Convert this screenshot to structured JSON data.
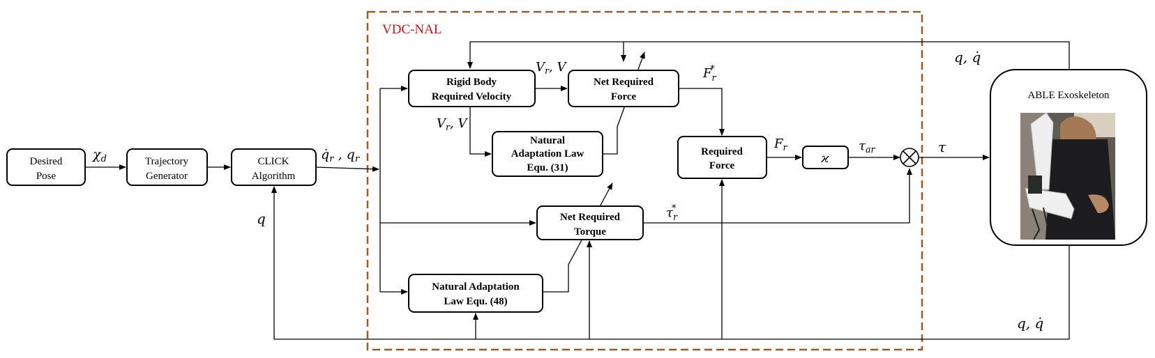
{
  "title": "VDC-NAL",
  "colors": {
    "frame": "#9c5a22",
    "title": "#c0141e"
  },
  "blocks": {
    "desired_pose": [
      "Desired",
      "Pose"
    ],
    "trajectory_generator": [
      "Trajectory",
      "Generator"
    ],
    "click": [
      "CLICK",
      "Algorithm"
    ],
    "rigid_body": [
      "Rigid Body",
      "Required Velocity"
    ],
    "net_force": [
      "Net Required",
      "Force"
    ],
    "nal31": [
      "Natural",
      "Adaptation Law",
      "Equ. (31)"
    ],
    "required_force": [
      "Required",
      "Force"
    ],
    "net_torque": [
      "Net Required",
      "Torque"
    ],
    "nal48": [
      "Natural Adaptation",
      "Law Equ. (48)"
    ],
    "kappa": "ϰ",
    "exoskeleton": "ABLE Exoskeleton"
  },
  "signals": {
    "chi_d": {
      "base": "χ",
      "sub": "d"
    },
    "qdot_r_q_r": {
      "a": "q̇",
      "a_sub": "r",
      "sep": " , ",
      "b": "q",
      "b_sub": "r"
    },
    "q_feedback": "q",
    "V_r_V_top": {
      "base": "V",
      "sub": "r",
      "rest": ", V"
    },
    "V_r_V_left": {
      "base": "V",
      "sub": "r",
      "rest": ", V"
    },
    "F_r_star": {
      "base": "F",
      "sub": "r",
      "sup": "*"
    },
    "F_r": {
      "base": "F",
      "sub": "r"
    },
    "tau_ar": {
      "base": "τ",
      "sub": "ar"
    },
    "tau": "τ",
    "tau_r_star": {
      "base": "τ",
      "sub": "r",
      "sup": "*"
    },
    "q_qdot_top": "q, q̇",
    "q_qdot_bottom": "q, q̇"
  },
  "icons": {
    "summing_junction": "circle-times-icon",
    "photo": "exoskeleton-photo"
  }
}
